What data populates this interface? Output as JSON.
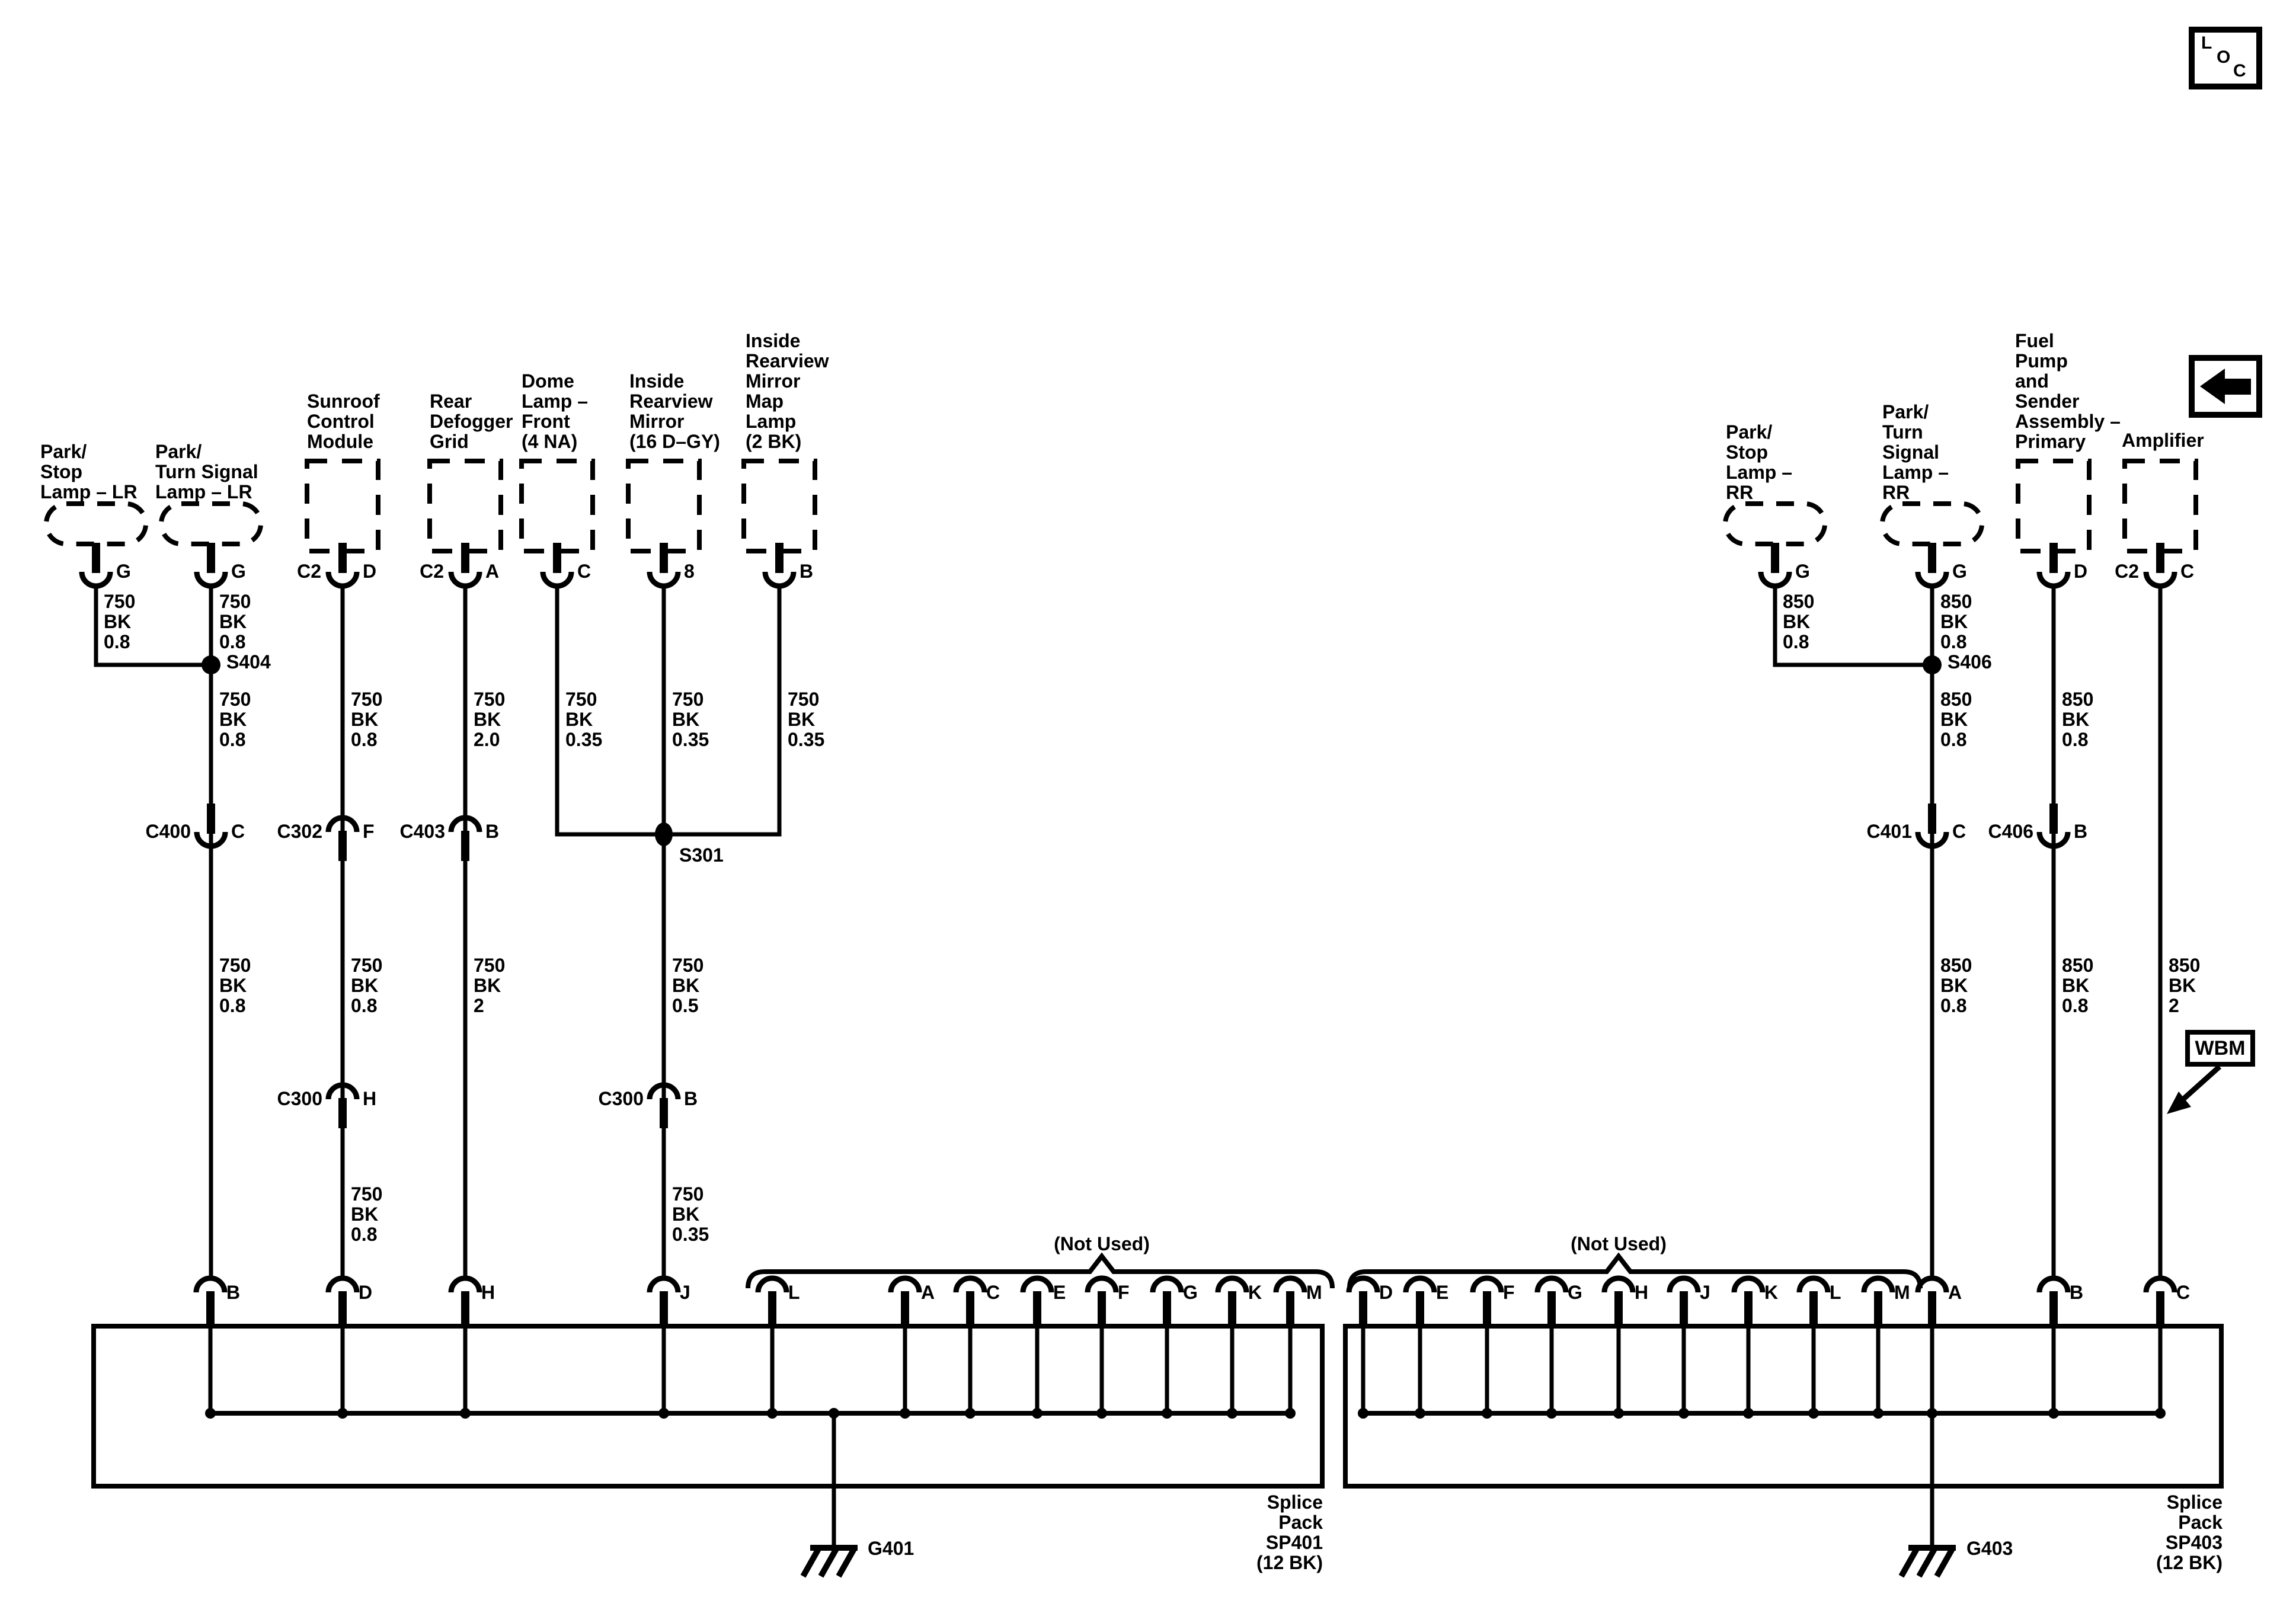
{
  "diagram": {
    "loc_letters": [
      "L",
      "O",
      "C"
    ],
    "wbm_label": "WBM",
    "not_used_left": "(Not Used)",
    "not_used_right": "(Not Used)"
  },
  "components": {
    "park_stop_lr": {
      "label": "Park/\nStop\nLamp – LR",
      "pin": "G"
    },
    "park_turn_lr": {
      "label": "Park/\nTurn Signal\nLamp – LR",
      "pin": "G"
    },
    "sunroof": {
      "label": "Sunroof\nControl\nModule",
      "conn": "C2",
      "pin": "D"
    },
    "defogger": {
      "label": "Rear\nDefogger\nGrid",
      "conn": "C2",
      "pin": "A"
    },
    "dome": {
      "label": "Dome\nLamp –\nFront\n(4 NA)",
      "pin": "C"
    },
    "mirror": {
      "label": "Inside\nRearview\nMirror\n(16 D–GY)",
      "pin": "8"
    },
    "map_lamp": {
      "label": "Inside\nRearview\nMirror\nMap\nLamp\n(2 BK)",
      "pin": "B"
    },
    "park_stop_rr": {
      "label": "Park/\nStop\nLamp –\nRR",
      "pin": "G"
    },
    "park_turn_rr": {
      "label": "Park/\nTurn\nSignal\nLamp –\nRR",
      "pin": "G"
    },
    "fuel_pump": {
      "label": "Fuel\nPump\nand\nSender\nAssembly –\nPrimary",
      "pin": "D"
    },
    "amplifier": {
      "label": "Amplifier",
      "conn": "C2",
      "pin": "C"
    }
  },
  "wires": {
    "w_ps_lr": "750\nBK\n0.8",
    "w_pt_lr_a": "750\nBK\n0.8",
    "w_pt_lr_b": "750\nBK\n0.8",
    "w_pt_lr_c": "750\nBK\n0.8",
    "w_sunroof_a": "750\nBK\n0.8",
    "w_sunroof_b": "750\nBK\n0.8",
    "w_sunroof_c": "750\nBK\n0.8",
    "w_defog_a": "750\nBK\n2.0",
    "w_defog_b": "750\nBK\n2",
    "w_dome": "750\nBK\n0.35",
    "w_mirror": "750\nBK\n0.35",
    "w_map": "750\nBK\n0.35",
    "w_s301_a": "750\nBK\n0.5",
    "w_s301_b": "750\nBK\n0.35",
    "w_ps_rr": "850\nBK\n0.8",
    "w_pt_rr_a": "850\nBK\n0.8",
    "w_pt_rr_b": "850\nBK\n0.8",
    "w_pt_rr_c": "850\nBK\n0.8",
    "w_fuel_a": "850\nBK\n0.8",
    "w_fuel_b": "850\nBK\n0.8",
    "w_amp": "850\nBK\n2"
  },
  "connectors": {
    "c400": {
      "name": "C400",
      "pin": "C"
    },
    "c302": {
      "name": "C302",
      "pin": "F"
    },
    "c403": {
      "name": "C403",
      "pin": "B"
    },
    "c300_h": {
      "name": "C300",
      "pin": "H"
    },
    "c300_b": {
      "name": "C300",
      "pin": "B"
    },
    "c401": {
      "name": "C401",
      "pin": "C"
    },
    "c406": {
      "name": "C406",
      "pin": "B"
    }
  },
  "splices": {
    "s404": "S404",
    "s301": "S301",
    "s406": "S406"
  },
  "grounds": {
    "g401": "G401",
    "g403": "G403"
  },
  "splice_packs": {
    "sp401": "Splice\nPack\nSP401\n(12 BK)",
    "sp403": "Splice\nPack\nSP403\n(12 BK)"
  },
  "bottom_pins_left": [
    "B",
    "D",
    "H",
    "J",
    "L",
    "A",
    "C",
    "E",
    "F",
    "G",
    "K",
    "M"
  ],
  "bottom_pins_right": [
    "D",
    "E",
    "F",
    "G",
    "H",
    "J",
    "K",
    "L",
    "M",
    "A",
    "B",
    "C"
  ]
}
